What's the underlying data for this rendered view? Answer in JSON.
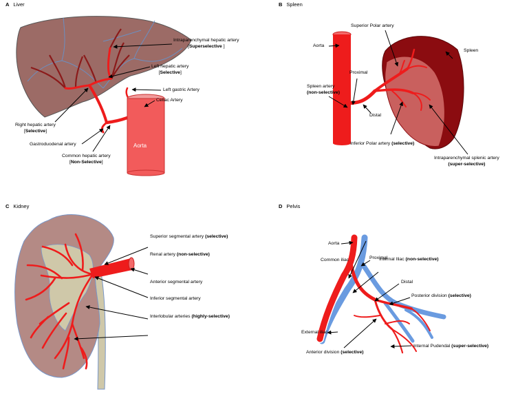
{
  "panels": {
    "a": {
      "letter": "A",
      "title": "Liver"
    },
    "b": {
      "letter": "B",
      "title": "Spleen"
    },
    "c": {
      "letter": "C",
      "title": "Kidney"
    },
    "d": {
      "letter": "D",
      "title": "Pelvis"
    }
  },
  "liver": {
    "intraparenchymal_line1": "Intraparenchymal hepatic artery",
    "intraparenchymal_open": "[",
    "intraparenchymal_bold": "Superselective",
    "intraparenchymal_close": " ]",
    "left_hepatic_line1": "Left hepatic artery",
    "left_hepatic_open": "[",
    "left_hepatic_bold": "Selective",
    "left_hepatic_close": "]",
    "left_gastric": "Left gastric Artery",
    "celiac": "Celiac Artery",
    "right_hepatic_line1": "Right hepatic artery",
    "right_hepatic_open": "[",
    "right_hepatic_bold": "Selective",
    "right_hepatic_close": "]",
    "gastroduodenal": "Gastroduodenal artery",
    "common_hepatic_line1": "Common hepatic artery",
    "common_hepatic_open": "[",
    "common_hepatic_bold": "Non-Selective",
    "common_hepatic_close": "]",
    "aorta": "Aorta"
  },
  "spleen": {
    "aorta": "Aorta",
    "superior_polar": "Superior Polar artery",
    "spleen": "Spleen",
    "proximal": "Proximal",
    "spleen_artery": "Spleen artery",
    "spleen_artery_bold": "(non-selective)",
    "distal": "Distal",
    "inferior_polar": "Inferior Polar artery ",
    "inferior_polar_bold": "(selective)",
    "intraparenchymal": "Intraparenchymal  splenic artery",
    "intraparenchymal_bold": "(super-selective)"
  },
  "kidney": {
    "superior_segmental": "Superior segmental artery ",
    "superior_segmental_bold": "(selective)",
    "renal": "Renal artery ",
    "renal_bold": "(non-selective)",
    "anterior_segmental": "Anterior segmental artery",
    "inferior_segmental": "Inferior segmental artery",
    "interlobular": "Interlobular arteries ",
    "interlobular_bold": "(highly-selective)"
  },
  "pelvis": {
    "aorta": "Aorta",
    "common_iliac": "Common  iliac",
    "proximal": "Proximal",
    "internal_iliac": "Internal Iliac ",
    "internal_iliac_bold": "(non-selective)",
    "distal": "Distal",
    "posterior_division": "Posterior division ",
    "posterior_division_bold": "(selective)",
    "external_iliac": "External iliac",
    "internal_pudendal": "Internal Pudendal ",
    "internal_pudendal_bold": "(super-selective)",
    "anterior_division": "Anterior division ",
    "anterior_division_bold": "(selective)"
  },
  "colors": {
    "artery": "#ee1c1c",
    "liver": "#9c6b66",
    "spleen_dark": "#8b0c10",
    "spleen_light": "#c9605e",
    "kidney": "#b48a85",
    "ureter": "#cfc8a9",
    "vein": "#6a9be0"
  }
}
